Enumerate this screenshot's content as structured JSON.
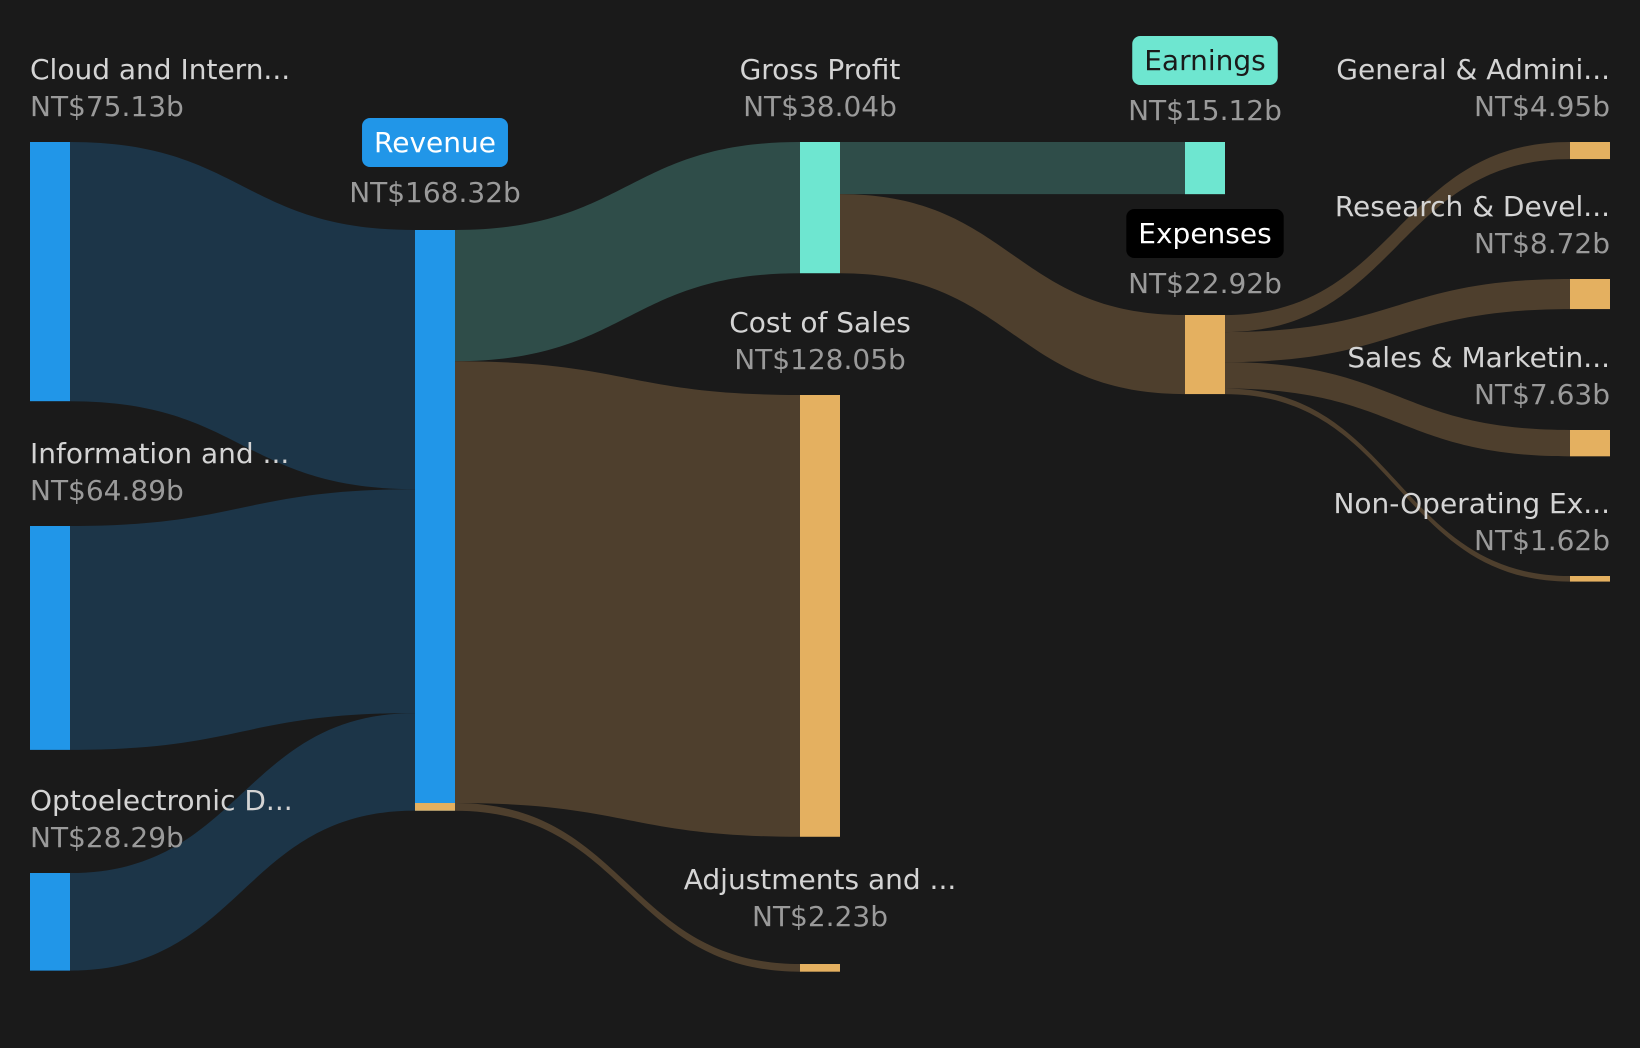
{
  "chart_data": {
    "type": "sankey",
    "currency_prefix": "NT$",
    "unit_suffix": "b",
    "colors": {
      "background": "#1a1a1a",
      "revenue": "#2196e8",
      "revenue_link": "#1c3548",
      "profit": "#6ee6d0",
      "profit_link": "#2f4d49",
      "expense": "#e4b060",
      "expense_link": "#4e3f2d",
      "text": "#d4d4d4",
      "value_text": "#9a9a9a"
    },
    "nodes": [
      {
        "id": "cloud",
        "label": "Cloud and Intern...",
        "value": 75.13,
        "value_text": "NT$75.13b",
        "color": "revenue",
        "column": 0
      },
      {
        "id": "info",
        "label": "Information and ...",
        "value": 64.89,
        "value_text": "NT$64.89b",
        "color": "revenue",
        "column": 0
      },
      {
        "id": "opto",
        "label": "Optoelectronic D...",
        "value": 28.29,
        "value_text": "NT$28.29b",
        "color": "revenue",
        "column": 0
      },
      {
        "id": "revenue",
        "label": "Revenue",
        "value": 168.32,
        "value_text": "NT$168.32b",
        "color": "revenue",
        "column": 1,
        "badge": true,
        "badge_color": "#2196e8",
        "badge_text_color": "#ffffff"
      },
      {
        "id": "gross",
        "label": "Gross Profit",
        "value": 38.04,
        "value_text": "NT$38.04b",
        "color": "profit",
        "column": 2
      },
      {
        "id": "cos",
        "label": "Cost of Sales",
        "value": 128.05,
        "value_text": "NT$128.05b",
        "color": "expense",
        "column": 2
      },
      {
        "id": "adj",
        "label": "Adjustments and ...",
        "value": 2.23,
        "value_text": "NT$2.23b",
        "color": "expense",
        "column": 2
      },
      {
        "id": "earnings",
        "label": "Earnings",
        "value": 15.12,
        "value_text": "NT$15.12b",
        "color": "profit",
        "column": 3,
        "badge": true,
        "badge_color": "#6ee6d0",
        "badge_text_color": "#1a1a1a"
      },
      {
        "id": "expenses",
        "label": "Expenses",
        "value": 22.92,
        "value_text": "NT$22.92b",
        "color": "expense",
        "column": 3,
        "badge": true,
        "badge_color": "#000000",
        "badge_text_color": "#ffffff"
      },
      {
        "id": "ga",
        "label": "General & Admini...",
        "value": 4.95,
        "value_text": "NT$4.95b",
        "color": "expense",
        "column": 4
      },
      {
        "id": "rd",
        "label": "Research & Devel...",
        "value": 8.72,
        "value_text": "NT$8.72b",
        "color": "expense",
        "column": 4
      },
      {
        "id": "sm",
        "label": "Sales & Marketin...",
        "value": 7.63,
        "value_text": "NT$7.63b",
        "color": "expense",
        "column": 4
      },
      {
        "id": "nonop",
        "label": "Non-Operating Ex...",
        "value": 1.62,
        "value_text": "NT$1.62b",
        "color": "expense",
        "column": 4
      }
    ],
    "links": [
      {
        "source": "cloud",
        "target": "revenue",
        "value": 75.13,
        "color": "revenue_link"
      },
      {
        "source": "info",
        "target": "revenue",
        "value": 64.89,
        "color": "revenue_link"
      },
      {
        "source": "opto",
        "target": "revenue",
        "value": 28.29,
        "color": "revenue_link"
      },
      {
        "source": "revenue",
        "target": "gross",
        "value": 38.04,
        "color": "profit_link"
      },
      {
        "source": "revenue",
        "target": "cos",
        "value": 128.05,
        "color": "expense_link"
      },
      {
        "source": "revenue",
        "target": "adj",
        "value": 2.23,
        "color": "expense_link"
      },
      {
        "source": "gross",
        "target": "earnings",
        "value": 15.12,
        "color": "profit_link"
      },
      {
        "source": "gross",
        "target": "expenses",
        "value": 22.92,
        "color": "expense_link"
      },
      {
        "source": "expenses",
        "target": "ga",
        "value": 4.95,
        "color": "expense_link"
      },
      {
        "source": "expenses",
        "target": "rd",
        "value": 8.72,
        "color": "expense_link"
      },
      {
        "source": "expenses",
        "target": "sm",
        "value": 7.63,
        "color": "expense_link"
      },
      {
        "source": "expenses",
        "target": "nonop",
        "value": 1.62,
        "color": "expense_link"
      }
    ]
  }
}
